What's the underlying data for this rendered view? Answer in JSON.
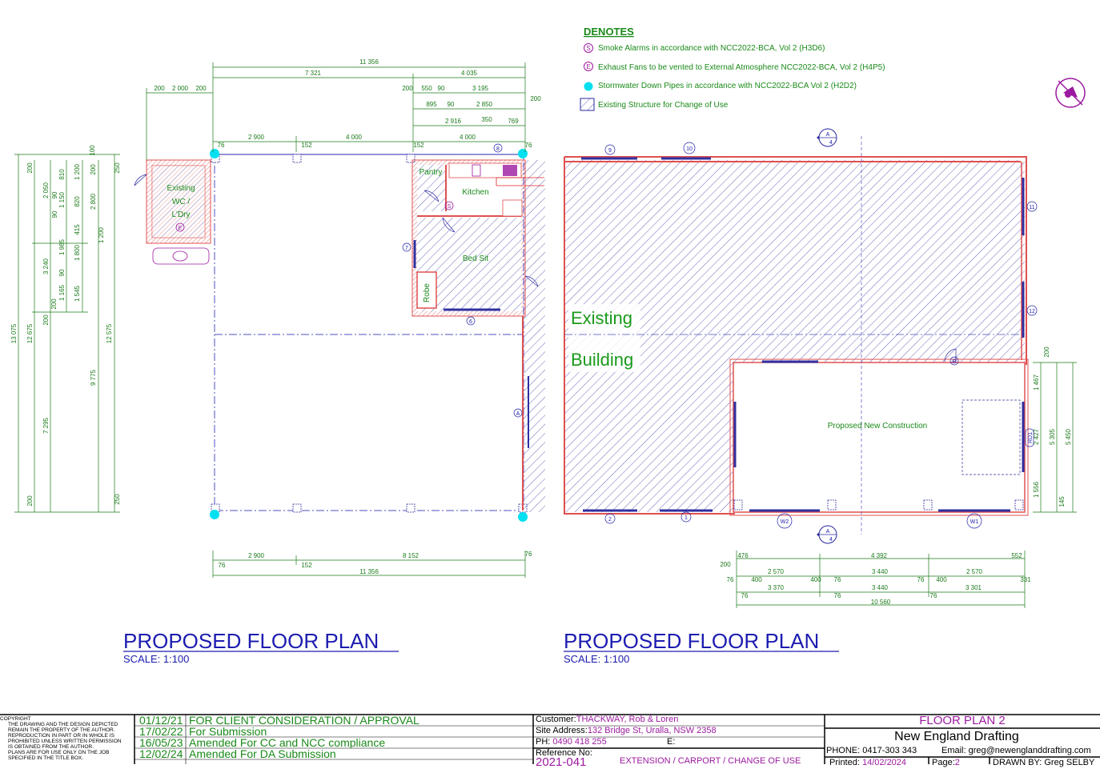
{
  "legend": {
    "title": "DENOTES",
    "items": [
      {
        "symbol": "S",
        "text": "Smoke Alarms in accordance with NCC2022-BCA, Vol 2 (H3D6)"
      },
      {
        "symbol": "E",
        "text": "Exhaust Fans to be vented to External Atmosphere NCC2022-BCA, Vol 2 (H4P5)"
      },
      {
        "symbol": "",
        "text": "Stormwater Down Pipes in accordance with NCC2022-BCA Vol 2 (H2D2)"
      },
      {
        "symbol": "",
        "text": "Existing Structure for Change of Use"
      }
    ],
    "colors": {
      "text": "#1a8a1a",
      "symbol": "#9c1aa0",
      "downpipe": "#00e0f0",
      "hatch": "#2a2aa0"
    }
  },
  "left_plan": {
    "title": "PROPOSED FLOOR PLAN",
    "scale": "SCALE: 1:100",
    "rooms": {
      "wc": [
        "Existing",
        "WC /",
        "L'Dry"
      ],
      "pantry": "Pantry",
      "kitchen": "Kitchen",
      "bedsit": "Bed Sit",
      "robe": "Robe"
    },
    "symbols": {
      "smoke": "S",
      "exhaust": "E",
      "w7": "7",
      "w6": "6",
      "w8": "8",
      "wA": "A"
    },
    "top_dims": {
      "overall": "11 356",
      "d7321": "7 321",
      "d4035": "4 035",
      "d200a": "200",
      "d550": "550",
      "d90a": "90",
      "d3195": "3 195",
      "d200b": "200",
      "d895": "895",
      "d90b": "90",
      "d2850": "2 850",
      "d2916": "2 916",
      "d350": "350",
      "d769": "769",
      "wc200a": "200",
      "wc2000": "2 000",
      "wc200b": "200",
      "d76a": "76",
      "d2900": "2 900",
      "d152a": "152",
      "d4000a": "4 000",
      "d152b": "152",
      "d4000b": "4 000",
      "d76b": "76"
    },
    "bottom_dims": {
      "d2900": "2 900",
      "d8152": "8 152",
      "d76a": "76",
      "d76b": "76",
      "d152": "152",
      "overall": "11 356"
    },
    "side_dims": {
      "outer": "13 075",
      "d12675": "12 675",
      "d7295": "7 295",
      "d3240": "3 240",
      "d2050": "2 050",
      "d200a": "200",
      "d200b": "200",
      "d200c": "200",
      "d200d": "200",
      "d810": "810",
      "d90a": "90",
      "d1150": "1 150",
      "d90b": "90",
      "d1985": "1 985",
      "d90c": "90",
      "d1165": "1 165",
      "d1200a": "1 200",
      "d820": "820",
      "d415": "415",
      "d1800": "1 800",
      "d1545": "1 545",
      "d200e": "200",
      "d2800": "2 800",
      "d1200b": "1 200",
      "d9775": "9 775",
      "d100": "100",
      "d250a": "250",
      "d12575": "12 575",
      "d250b": "250"
    }
  },
  "right_plan": {
    "title": "PROPOSED FLOOR PLAN",
    "scale": "SCALE: 1:100",
    "existing": [
      "Existing",
      "Building"
    ],
    "proposed": "Proposed New Construction",
    "section": {
      "letter": "A",
      "num": "4"
    },
    "windows": {
      "w9": "9",
      "w10": "10",
      "w11": "11",
      "w12": "12",
      "w2": "2",
      "w1": "1",
      "wB": "B",
      "wW2": "W2",
      "wW1": "W1",
      "wRD": "RD1"
    },
    "side_dims": {
      "d200": "200",
      "d1467": "1 467",
      "d2427": "2 427",
      "d1556": "1 556",
      "d5305": "5 305",
      "d5450": "5 450",
      "d145": "145"
    },
    "bottom_dims": {
      "d476": "476",
      "d4392": "4 392",
      "d552": "552",
      "d200": "200",
      "d76a": "76",
      "d400a": "400",
      "d2570a": "2 570",
      "d400b": "400",
      "d76b": "76",
      "d3440a": "3 440",
      "d76c": "76",
      "d400c": "400",
      "d2570b": "2 570",
      "d331": "331",
      "d76d": "76",
      "d3370": "3 370",
      "d76e": "76",
      "d3440b": "3 440",
      "d76f": "76",
      "d3301": "3 301",
      "d10560": "10 560"
    }
  },
  "title_block": {
    "copyright": [
      "COPYRIGHT",
      "THE DRAWING AND THE DESIGN DEPICTED",
      "REMAIN THE PROPERTY OF THE AUTHOR.",
      "REPRODUCTION IN PART OR IN WHOLE IS",
      "PROHIBITED UNLESS WRITTEN PERMISSION",
      "IS OBTAINED FROM THE AUTHOR.",
      "PLANS ARE FOR USE ONLY ON THE JOB",
      "SPECIFIED IN THE TITLE BOX."
    ],
    "revisions": [
      {
        "date": "01/12/21",
        "text": "FOR CLIENT CONSIDERATION / APPROVAL"
      },
      {
        "date": "17/02/22",
        "text": "For Submission"
      },
      {
        "date": "16/05/23",
        "text": "Amended For CC and NCC compliance"
      },
      {
        "date": "12/02/24",
        "text": "Amended For DA Submission"
      }
    ],
    "customer_label": "Customer:",
    "customer": "THACKWAY, Rob & Loren",
    "site_label": "Site Address:",
    "site": "132 Bridge St, Uralla, NSW 2358",
    "ph_label": "PH:",
    "ph": "0490 418 255",
    "email_label": "E:",
    "ref_label": "Reference No:",
    "ref": "2021-041",
    "project": "EXTENSION / CARPORT / CHANGE OF USE",
    "sheet_title": "FLOOR PLAN 2",
    "company": "New England Drafting",
    "phone": "PHONE:  0417-303 343",
    "email": "Email: greg@newenglanddrafting.com",
    "printed_label": "Printed:",
    "printed": "14/02/2024",
    "page_label": "Page:",
    "page": "2",
    "drawn": "DRAWN BY: Greg SELBY"
  }
}
